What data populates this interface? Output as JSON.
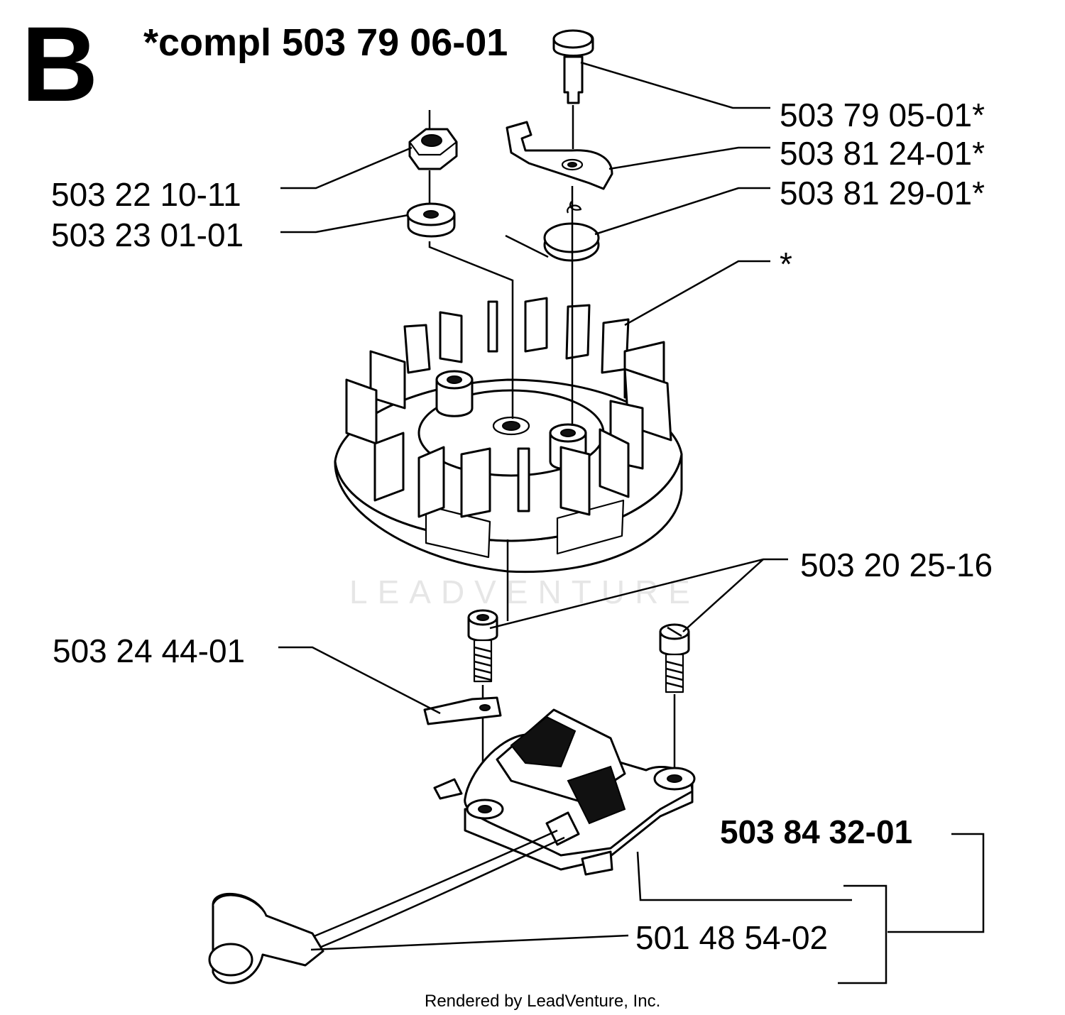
{
  "diagram": {
    "section_letter": "B",
    "kit_note": "*compl 503 79 06-01",
    "watermark": "LEADVENTURE",
    "footer": "Rendered by LeadVenture, Inc.",
    "parts": [
      {
        "id": "p1",
        "label": "503 79 05-01*"
      },
      {
        "id": "p2",
        "label": "503 81 24-01*"
      },
      {
        "id": "p3",
        "label": "503 81 29-01*"
      },
      {
        "id": "p4",
        "label": "*"
      },
      {
        "id": "p5",
        "label": "503 22 10-11"
      },
      {
        "id": "p6",
        "label": "503 23 01-01"
      },
      {
        "id": "p7",
        "label": "503 20 25-16"
      },
      {
        "id": "p8",
        "label": "503 24 44-01"
      },
      {
        "id": "p9",
        "label": "503 84 32-01"
      },
      {
        "id": "p10",
        "label": "501 48 54-02"
      }
    ]
  }
}
